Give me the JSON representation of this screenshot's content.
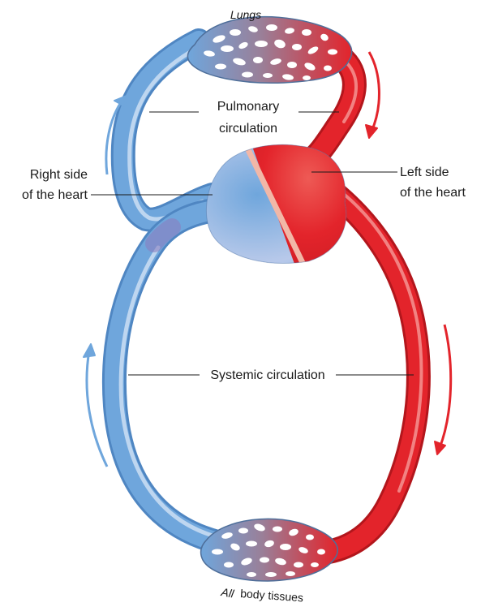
{
  "colors": {
    "deoxygenated": "#6fa6dc",
    "deoxygenated_dark": "#4f86c2",
    "deoxygenated_light": "#b9d3ef",
    "oxygenated": "#e3242b",
    "oxygenated_dark": "#b3161c",
    "oxygenated_light": "#f59a98",
    "septum": "#f2b7a7",
    "capillary_holes": "#ffffff",
    "leader_line": "#1a1a1a",
    "background": "#ffffff"
  },
  "labels": {
    "lungs": "Lungs",
    "pulmonary_line1": "Pulmonary",
    "pulmonary_line2": "circulation",
    "right_heart_line1": "Right side",
    "right_heart_line2": "of the heart",
    "left_heart_line1": "Left side",
    "left_heart_line2": "of the heart",
    "systemic": "Systemic circulation",
    "tissues_part1": "All",
    "tissues_part2": "body tissues"
  },
  "arrows": [
    {
      "name": "pulmonary-return-arrow",
      "color": "deoxygenated",
      "direction": "up"
    },
    {
      "name": "pulmonary-flow-arrow",
      "color": "oxygenated",
      "direction": "down"
    },
    {
      "name": "systemic-return-arrow",
      "color": "deoxygenated",
      "direction": "up"
    },
    {
      "name": "systemic-flow-arrow",
      "color": "oxygenated",
      "direction": "down"
    }
  ],
  "icons": [
    "lungs-capillary-bed",
    "heart",
    "tissue-capillary-bed",
    "flow-direction-arrow"
  ]
}
